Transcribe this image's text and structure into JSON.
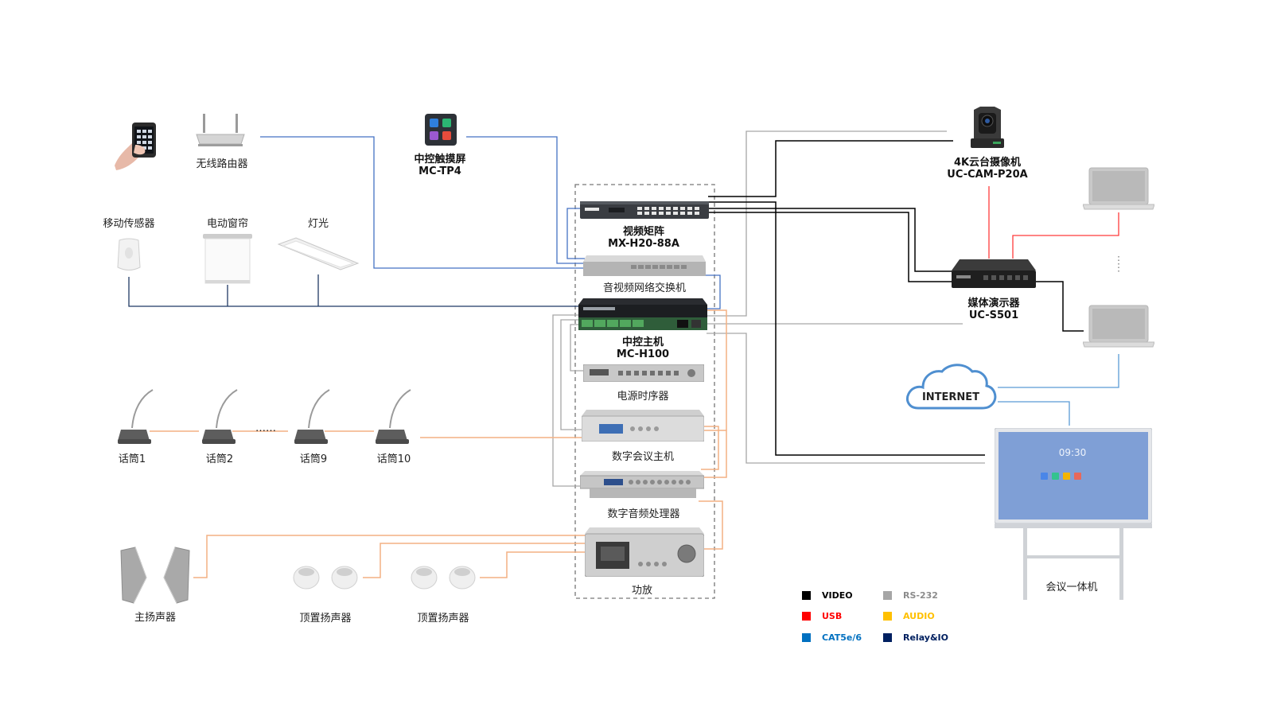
{
  "devices": {
    "wireless_router": "无线路由器",
    "touch_panel": {
      "name": "中控触摸屏",
      "model": "MC-TP4"
    },
    "motion_sensor": "移动传感器",
    "motor_curtain": "电动窗帘",
    "lighting": "灯光",
    "video_matrix": {
      "name": "视频矩阵",
      "model": "MX-H20-88A"
    },
    "av_switch": "音视频网络交换机",
    "control_host": {
      "name": "中控主机",
      "model": "MC-H100"
    },
    "power_sequencer": "电源时序器",
    "conference_host": "数字会议主机",
    "audio_processor": "数字音频处理器",
    "amplifier": "功放",
    "camera": {
      "name": "4K云台摄像机",
      "model": "UC-CAM-P20A"
    },
    "media_presenter": {
      "name": "媒体演示器",
      "model": "UC-S501"
    },
    "internet": "INTERNET",
    "smart_board": "会议一体机",
    "smart_board_time": "09:30",
    "main_speaker": "主扬声器",
    "ceiling_speaker_1": "顶置扬声器",
    "ceiling_speaker_2": "顶置扬声器"
  },
  "microphones": [
    "话筒1",
    "话筒2",
    "话筒9",
    "话筒10"
  ],
  "mic_ellipsis": "……",
  "legend": [
    {
      "label": "VIDEO",
      "color": "#000000"
    },
    {
      "label": "RS-232",
      "color": "#a6a6a6"
    },
    {
      "label": "USB",
      "color": "#ff0000"
    },
    {
      "label": "AUDIO",
      "color": "#ffc000"
    },
    {
      "label": "CAT5e/6",
      "color": "#0070c0"
    },
    {
      "label": "Relay&IO",
      "color": "#002060"
    }
  ]
}
